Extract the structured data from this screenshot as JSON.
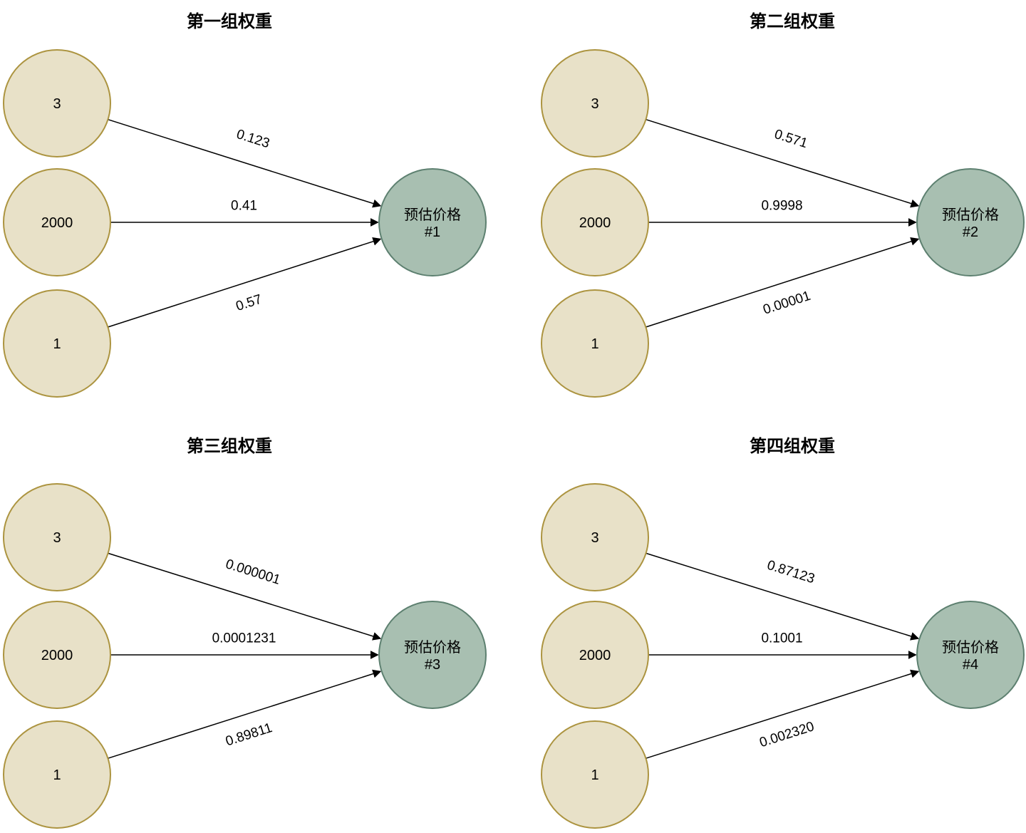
{
  "panels": [
    {
      "title": "第一组权重",
      "inputs": [
        "3",
        "2000",
        "1"
      ],
      "weights": [
        "0.123",
        "0.41",
        "0.57"
      ],
      "output_line1": "预估价格",
      "output_line2": "#1"
    },
    {
      "title": "第二组权重",
      "inputs": [
        "3",
        "2000",
        "1"
      ],
      "weights": [
        "0.571",
        "0.9998",
        "0.00001"
      ],
      "output_line1": "预估价格",
      "output_line2": "#2"
    },
    {
      "title": "第三组权重",
      "inputs": [
        "3",
        "2000",
        "1"
      ],
      "weights": [
        "0.000001",
        "0.0001231",
        "0.89811"
      ],
      "output_line1": "预估价格",
      "output_line2": "#3"
    },
    {
      "title": "第四组权重",
      "inputs": [
        "3",
        "2000",
        "1"
      ],
      "weights": [
        "0.87123",
        "0.1001",
        "0.002320"
      ],
      "output_line1": "预估价格",
      "output_line2": "#4"
    }
  ],
  "colors": {
    "input_fill": "#e8e1c8",
    "input_stroke": "#ac9440",
    "output_fill": "#a8bfb1",
    "output_stroke": "#5d8070",
    "arrow": "#000000",
    "text": "#000000",
    "background": "#ffffff"
  }
}
